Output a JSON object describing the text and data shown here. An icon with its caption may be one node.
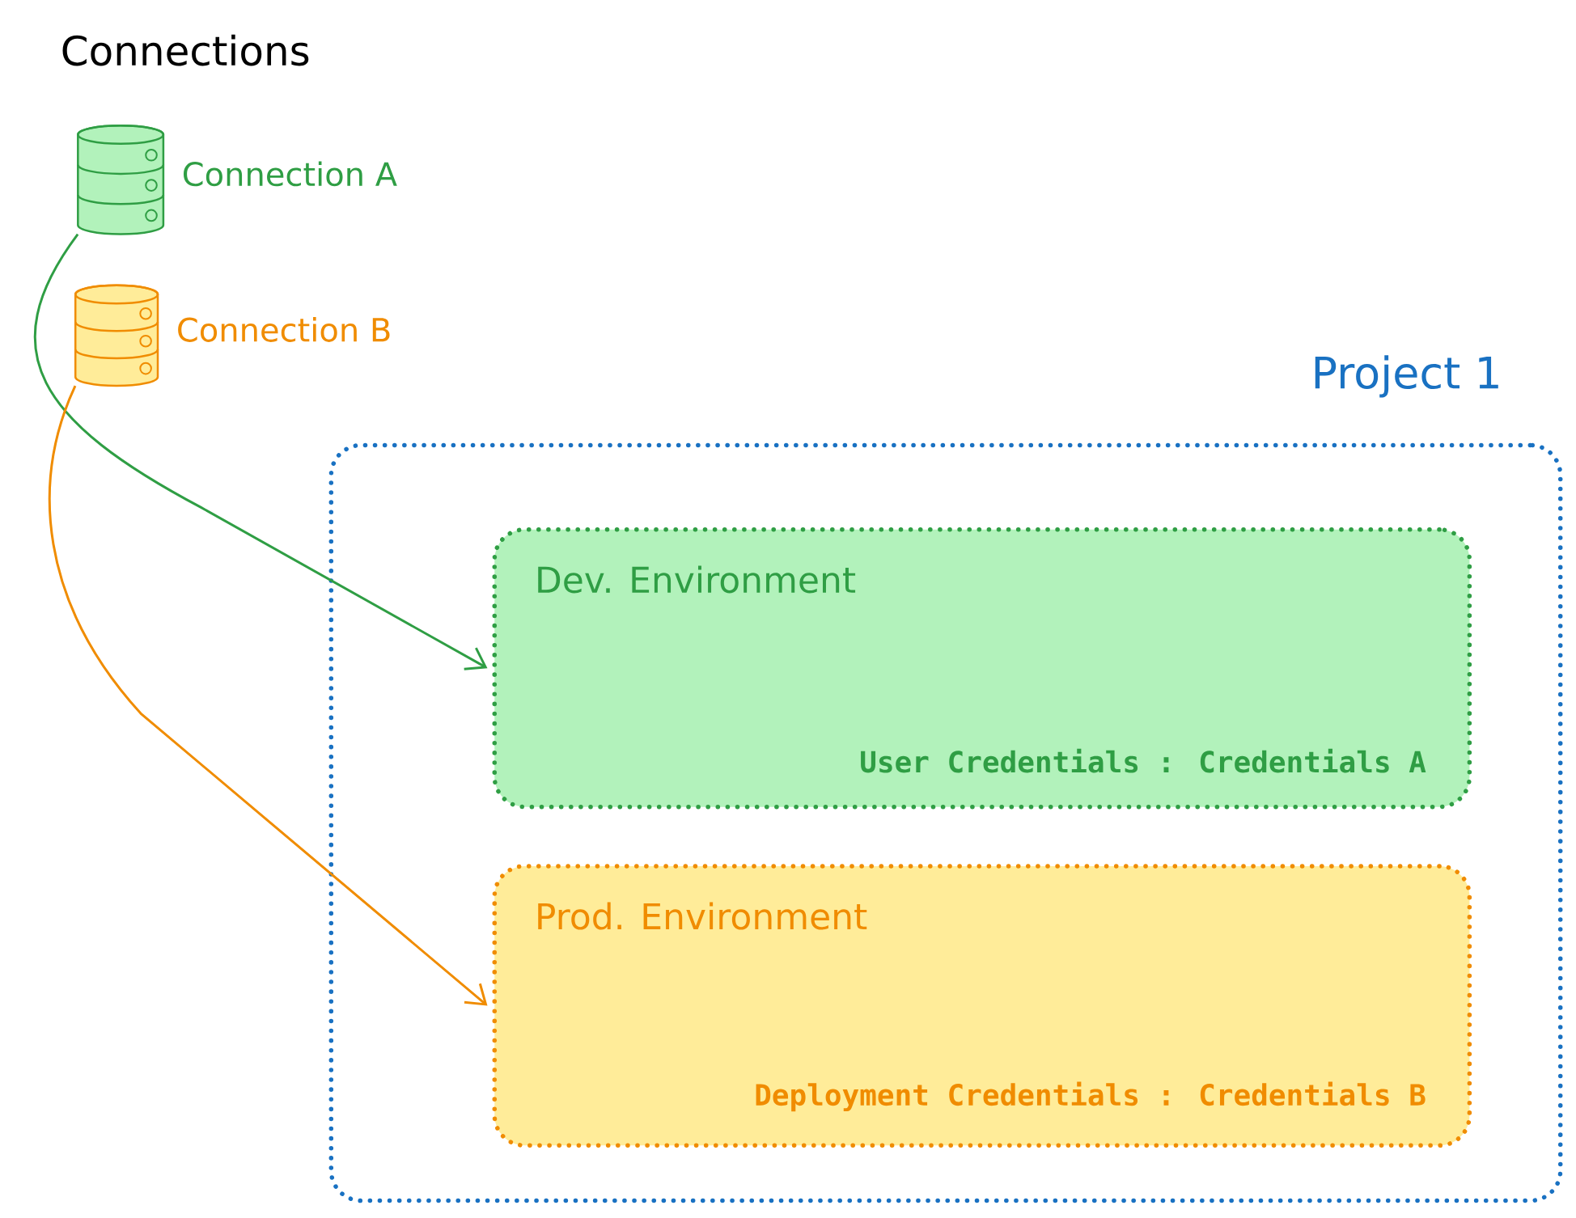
{
  "diagram": {
    "title": "Connections",
    "nodes": [
      {
        "text": [],
        "shape": "cylinder",
        "beside": [
          "Connection A"
        ]
      },
      {
        "text": [],
        "shape": "cylinder",
        "beside": [
          "Connection B"
        ]
      },
      {
        "text": [
          "Project 1"
        ]
      },
      {
        "text": [
          "Dev. Environment",
          "User Credentials : Credentials A"
        ],
        "in": 2
      },
      {
        "text": [
          "Prod. Environment",
          "Deployment Credentials : Credentials B"
        ],
        "in": 2
      }
    ],
    "edges": [
      {
        "from": 0,
        "to": 3,
        "arrow": "to",
        "color": "#2f9e44"
      },
      {
        "from": 1,
        "to": 4,
        "arrow": "to",
        "color": "#f08c00"
      }
    ]
  }
}
